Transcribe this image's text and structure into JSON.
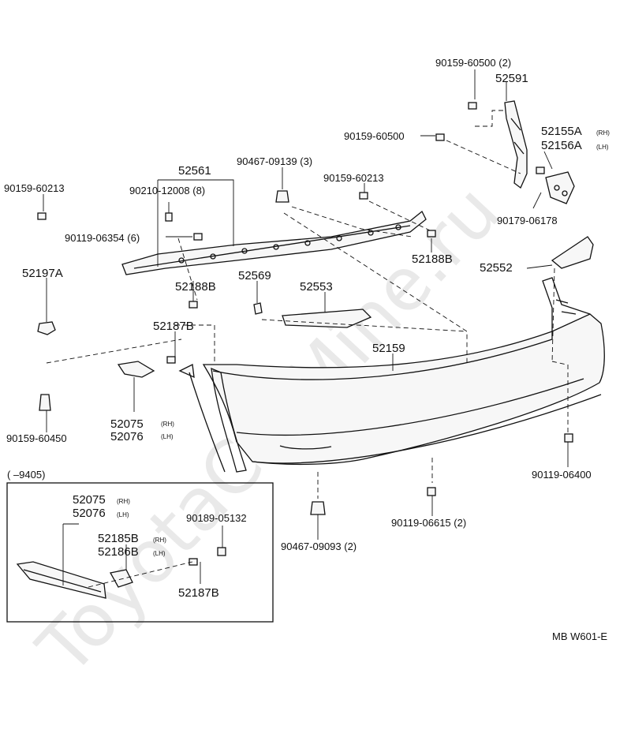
{
  "watermark": "ToyotaCarMine.ru",
  "diagram_code": "MB W601-E",
  "inset": {
    "range_label": "(        –9405)"
  },
  "labels": {
    "p90159_60500_2": "90159-60500 (2)",
    "p52591": "52591",
    "p52155a": "52155A",
    "p52155a_sfx": "(RH)",
    "p52156a": "52156A",
    "p52156a_sfx": "(LH)",
    "p90159_60500": "90159-60500",
    "p90467_09139_3": "90467-09139 (3)",
    "p52561": "52561",
    "p90159_60213_left": "90159-60213",
    "p90210_12008_8": "90210-12008 (8)",
    "p90159_60213_mid": "90159-60213",
    "p90179_06178": "90179-06178",
    "p90119_06354_6": "90119-06354 (6)",
    "p52188b_right": "52188B",
    "p52552": "52552",
    "p52197a": "52197A",
    "p52188b_left": "52188B",
    "p52569": "52569",
    "p52553": "52553",
    "p52187b": "52187B",
    "p52159": "52159",
    "p52075": "52075",
    "p52075_sfx": "(RH)",
    "p52076": "52076",
    "p52076_sfx": "(LH)",
    "p90159_60450": "90159-60450",
    "p90119_06400": "90119-06400",
    "p90119_06615_2": "90119-06615  (2)",
    "p90467_09093_2": "90467-09093 (2)",
    "inset_52075": "52075",
    "inset_52075_sfx": "(RH)",
    "inset_52076": "52076",
    "inset_52076_sfx": "(LH)",
    "inset_90189_05132": "90189-05132",
    "inset_52185b": "52185B",
    "inset_52185b_sfx": "(RH)",
    "inset_52186b": "52186B",
    "inset_52186b_sfx": "(LH)",
    "inset_52187b": "52187B"
  }
}
